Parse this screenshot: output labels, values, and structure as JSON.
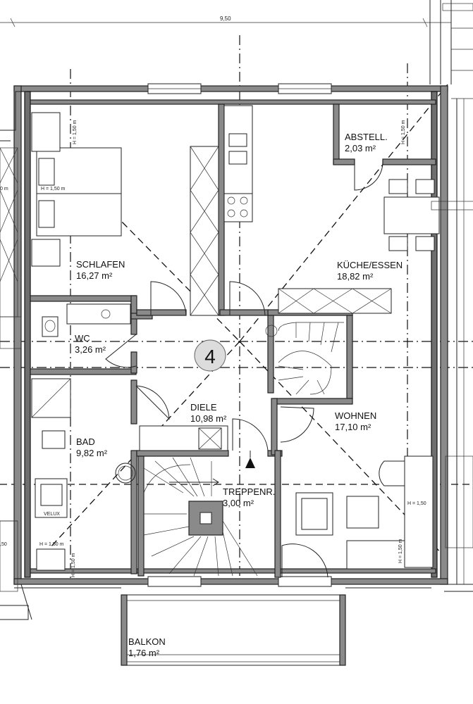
{
  "plan": {
    "unit_number": "4",
    "top_dimension": "9,50"
  },
  "rooms": [
    {
      "name": "SCHLAFEN",
      "area": "16,27 m²"
    },
    {
      "name": "ABSTELL.",
      "area": "2,03 m²"
    },
    {
      "name": "KÜCHE/ESSEN",
      "area": "18,82 m²"
    },
    {
      "name": "WC",
      "area": "3,26 m²"
    },
    {
      "name": "DIELE",
      "area": "10,98 m²"
    },
    {
      "name": "WOHNEN",
      "area": "17,10 m²"
    },
    {
      "name": "BAD",
      "area": "9,82 m²"
    },
    {
      "name": "TREPPENR.",
      "area": "3,00 m²"
    },
    {
      "name": "BALKON",
      "area": "1,76 m²"
    }
  ],
  "height_notes": {
    "h150": "H = 1,50 m",
    "h150_short": "H = 1,50",
    "h150_b": "H = 1,50 m",
    "h150_c": "H = 1,50 m",
    "h150_d": "H = 1,50 m",
    "h150_e": "H = 1,50 m",
    "h150_f": "H = 1,50 m",
    "h150_g": ",50",
    "h150_h": "0 m"
  },
  "fixtures": {
    "skylight_label": "VELUX"
  }
}
